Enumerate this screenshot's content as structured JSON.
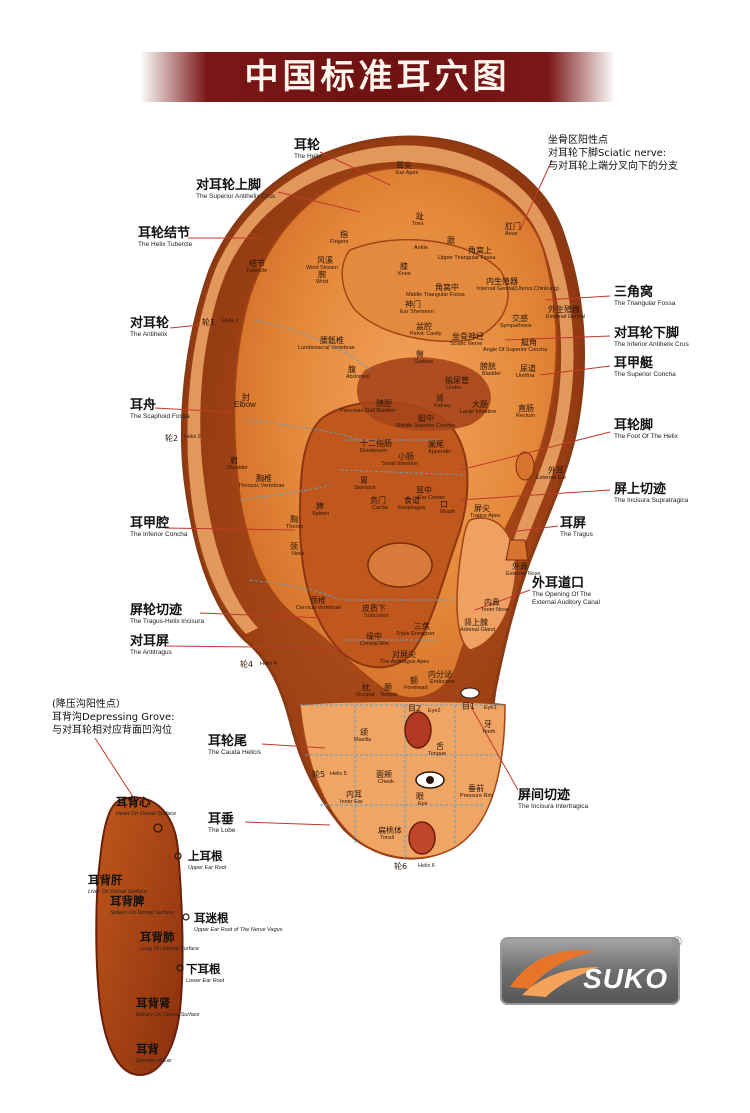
{
  "title": "中国标准耳穴图",
  "labels": {
    "helix": {
      "cn": "耳轮",
      "en": "The Helix"
    },
    "superior_antihelix_crus": {
      "cn": "对耳轮上脚",
      "en": "The Superior Antihelix Crus"
    },
    "helix_tubercle": {
      "cn": "耳轮结节",
      "en": "The Helix Tubercle"
    },
    "antihelix": {
      "cn": "对耳轮",
      "en": "The Antihelix"
    },
    "scaphoid_fossa": {
      "cn": "耳舟",
      "en": "The Scaphoid Fossa"
    },
    "inferior_concha": {
      "cn": "耳甲腔",
      "en": "The Inferior Concha"
    },
    "tragus_helix_incisura": {
      "cn": "屏轮切迹",
      "en": "The Tragus-Helix Incisura"
    },
    "antitragus": {
      "cn": "对耳屏",
      "en": "The Antitragus"
    },
    "cauda_helicis": {
      "cn": "耳轮尾",
      "en": "The Cauda Helicis"
    },
    "lobe": {
      "cn": "耳垂",
      "en": "The Lobe"
    },
    "triangular_fossa": {
      "cn": "三角窝",
      "en": "The Triangular Fossa"
    },
    "inferior_antihelix_crus": {
      "cn": "对耳轮下脚",
      "en": "The Inferior Antihelix Crus"
    },
    "superior_concha": {
      "cn": "耳甲艇",
      "en": "The Superior Concha"
    },
    "foot_of_helix": {
      "cn": "耳轮脚",
      "en": "The Foot Of The Helix"
    },
    "incisura_supratragica": {
      "cn": "屏上切迹",
      "en": "The Incisura Supratragica"
    },
    "tragus": {
      "cn": "耳屏",
      "en": "The Tragus"
    },
    "external_auditory_canal": {
      "cn": "外耳道口",
      "en1": "The Opening Of The",
      "en2": "External Auditory Canal"
    },
    "incisura_intertragica": {
      "cn": "屏间切迹",
      "en": "The Incisura Intertragica"
    }
  },
  "notes": {
    "sciatic": {
      "l1": "坐骨区阳性点",
      "l2": "对耳轮下脚Sciatic nerve:",
      "l3": "与对耳轮上端分叉向下的分支"
    },
    "depressing": {
      "l1": "(降压沟阳性点）",
      "l2": "耳背沟Depressing Grove:",
      "l3": "与对耳轮相对应背面凹沟位"
    }
  },
  "points": [
    {
      "cn": "耳尖",
      "en": "Ear Apex"
    },
    {
      "cn": "指",
      "en": "Fingers"
    },
    {
      "cn": "趾",
      "en": "Toes"
    },
    {
      "cn": "跟",
      "en": "Ankle"
    },
    {
      "cn": "肛门",
      "en": "Anus"
    },
    {
      "cn": "角窝上",
      "en": "Upper Triangular Fossa"
    },
    {
      "cn": "结节",
      "en": "Tubercle"
    },
    {
      "cn": "风溪",
      "en": "Wind Stream"
    },
    {
      "cn": "腕",
      "en": "Wrist"
    },
    {
      "cn": "膝",
      "en": "Knee"
    },
    {
      "cn": "内生殖器",
      "en": "Internal Genital(Uterus,Chinkung)"
    },
    {
      "cn": "角窝中",
      "en": "Middle Triangular Fossa"
    },
    {
      "cn": "神门",
      "en": "Ear Shenmen"
    },
    {
      "cn": "外生殖器",
      "en": "External Genital"
    },
    {
      "cn": "轮1",
      "en": "Helix 1"
    },
    {
      "cn": "盆腔",
      "en": "Pelvic Cavity"
    },
    {
      "cn": "坐骨神经",
      "en": "Sciatic Nerve"
    },
    {
      "cn": "交感",
      "en": "Sympathesis"
    },
    {
      "cn": "艇角",
      "en": "Angle Of Superior Concha"
    },
    {
      "cn": "腰骶椎",
      "en": "Lumbosacral Vertebrae"
    },
    {
      "cn": "臀",
      "en": "Gluteus"
    },
    {
      "cn": "膀胱",
      "en": "Bladder"
    },
    {
      "cn": "尿道",
      "en": "Urethra"
    },
    {
      "cn": "腹",
      "en": "Abdomen"
    },
    {
      "cn": "输尿管",
      "en": "Ureter"
    },
    {
      "cn": "肘",
      "en": "Elbow"
    },
    {
      "cn": "胰胆",
      "en": "Pancreas-Gall Bladder"
    },
    {
      "cn": "肾",
      "en": "Kidney"
    },
    {
      "cn": "大肠",
      "en": "Large Intestine"
    },
    {
      "cn": "直肠",
      "en": "Rectum"
    },
    {
      "cn": "艇中",
      "en": "Middle Superior Concha"
    },
    {
      "cn": "轮2",
      "en": "Helix 2"
    },
    {
      "cn": "十二指肠",
      "en": "Duodenum"
    },
    {
      "cn": "小肠",
      "en": "Small Intestine"
    },
    {
      "cn": "阑尾",
      "en": "Appendix"
    },
    {
      "cn": "肩",
      "en": "Shoulder"
    },
    {
      "cn": "胸椎",
      "en": "Thoracic Vertebrae"
    },
    {
      "cn": "胃",
      "en": "Stomach"
    },
    {
      "cn": "外耳",
      "en": "External Ear"
    },
    {
      "cn": "脾",
      "en": "Spleen"
    },
    {
      "cn": "贲门",
      "en": "Cardia"
    },
    {
      "cn": "食道",
      "en": "Esophagus"
    },
    {
      "cn": "口",
      "en": "Mouth"
    },
    {
      "cn": "耳中",
      "en": "Ear Center"
    },
    {
      "cn": "屏尖",
      "en": "Tragus Apex"
    },
    {
      "cn": "胸",
      "en": "Thorax"
    },
    {
      "cn": "外鼻",
      "en": "External Nose"
    },
    {
      "cn": "颈",
      "en": "Neck"
    },
    {
      "cn": "颈椎",
      "en": "Cervical Vertebrae"
    },
    {
      "cn": "皮质下",
      "en": "Subcortex"
    },
    {
      "cn": "内鼻",
      "en": "Inner Nose"
    },
    {
      "cn": "三焦",
      "en": "Triple Energizer"
    },
    {
      "cn": "肾上腺",
      "en": "Adrenal Gland"
    },
    {
      "cn": "缘中",
      "en": "Central Rim"
    },
    {
      "cn": "对屏尖",
      "en": "The Antitragus Apex"
    },
    {
      "cn": "轮4",
      "en": "Helix 4"
    },
    {
      "cn": "内分泌",
      "en": "Endocrine"
    },
    {
      "cn": "枕",
      "en": "Occiput"
    },
    {
      "cn": "颞",
      "en": "Temple"
    },
    {
      "cn": "额",
      "en": "Forehead"
    },
    {
      "cn": "目2",
      "en": "Eye2"
    },
    {
      "cn": "目1",
      "en": "Eye1"
    },
    {
      "cn": "颌",
      "en": "Maxilla"
    },
    {
      "cn": "舌",
      "en": "Tongue"
    },
    {
      "cn": "牙",
      "en": "Teeth"
    },
    {
      "cn": "轮5",
      "en": "Helix 5"
    },
    {
      "cn": "面颊",
      "en": "Cheek"
    },
    {
      "cn": "内耳",
      "en": "Inner Ear"
    },
    {
      "cn": "眼",
      "en": "Eye"
    },
    {
      "cn": "垂前",
      "en": "Pressure Rim"
    },
    {
      "cn": "扁桃体",
      "en": "Tonsil"
    },
    {
      "cn": "轮6",
      "en": "Helix 6"
    }
  ],
  "back": [
    {
      "cn": "耳背心",
      "en": "Heart On Dorsal Surface"
    },
    {
      "cn": "上耳根",
      "en": "Upper Ear Root"
    },
    {
      "cn": "耳背肝",
      "en": "Liver On Dorsal Surface"
    },
    {
      "cn": "耳背脾",
      "en": "Spleen On Dorsal Surface"
    },
    {
      "cn": "耳迷根",
      "en": "Upper Ear Root of The Nerve Vagus"
    },
    {
      "cn": "耳背肺",
      "en": "Lung On Dorsal Surface"
    },
    {
      "cn": "下耳根",
      "en": "Lower Ear Root"
    },
    {
      "cn": "耳背肾",
      "en": "Kidney On Dorsal Surface"
    },
    {
      "cn": "耳背",
      "en": "Dorsum of Ear"
    }
  ],
  "logo": {
    "text": "SUKO",
    "reg": "®"
  },
  "colors": {
    "banner": "#7b1717",
    "ear_light": "#f6b070",
    "ear_mid": "#e07a2e",
    "ear_dark": "#a8431a",
    "leader": "#c0392b"
  }
}
